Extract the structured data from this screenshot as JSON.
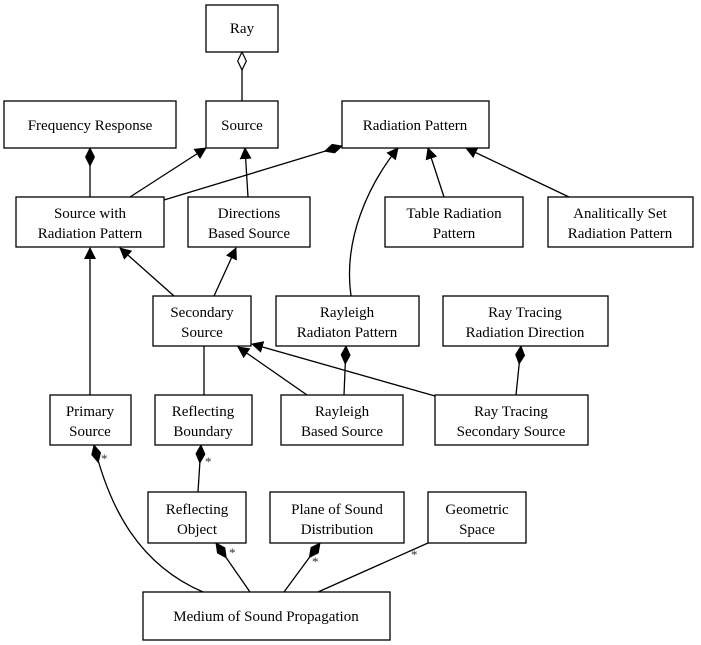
{
  "diagram": {
    "type": "uml-class-diagram",
    "nodes": [
      {
        "id": "ray",
        "lines": [
          "Ray"
        ]
      },
      {
        "id": "frequency-response",
        "lines": [
          "Frequency Response"
        ]
      },
      {
        "id": "source",
        "lines": [
          "Source"
        ]
      },
      {
        "id": "radiation-pattern",
        "lines": [
          "Radiation Pattern"
        ]
      },
      {
        "id": "source-with-radiation-pattern",
        "lines": [
          "Source with",
          "Radiation Pattern"
        ]
      },
      {
        "id": "directions-based-source",
        "lines": [
          "Directions",
          "Based Source"
        ]
      },
      {
        "id": "table-radiation-pattern",
        "lines": [
          "Table Radiation",
          "Pattern"
        ]
      },
      {
        "id": "analitically-set-radiation-pattern",
        "lines": [
          "Analitically Set",
          "Radiation Pattern"
        ]
      },
      {
        "id": "secondary-source",
        "lines": [
          "Secondary",
          "Source"
        ]
      },
      {
        "id": "rayleigh-radiaton-pattern",
        "lines": [
          "Rayleigh",
          "Radiaton Pattern"
        ]
      },
      {
        "id": "ray-tracing-radiation-direction",
        "lines": [
          "Ray Tracing",
          "Radiation Direction"
        ]
      },
      {
        "id": "primary-source",
        "lines": [
          "Primary",
          "Source"
        ]
      },
      {
        "id": "reflecting-boundary",
        "lines": [
          "Reflecting",
          "Boundary"
        ]
      },
      {
        "id": "rayleigh-based-source",
        "lines": [
          "Rayleigh",
          "Based Source"
        ]
      },
      {
        "id": "ray-tracing-secondary-source",
        "lines": [
          "Ray Tracing",
          "Secondary Source"
        ]
      },
      {
        "id": "reflecting-object",
        "lines": [
          "Reflecting",
          "Object"
        ]
      },
      {
        "id": "plane-of-sound-distribution",
        "lines": [
          "Plane of Sound",
          "Distribution"
        ]
      },
      {
        "id": "geometric-space",
        "lines": [
          "Geometric",
          "Space"
        ]
      },
      {
        "id": "medium-of-sound-propagation",
        "lines": [
          "Medium of Sound Propagation"
        ]
      }
    ],
    "edges": [
      {
        "from": "source",
        "to": "ray",
        "kind": "aggregation"
      },
      {
        "from": "source-with-radiation-pattern",
        "to": "frequency-response",
        "kind": "composition"
      },
      {
        "from": "source-with-radiation-pattern",
        "to": "source",
        "kind": "generalization"
      },
      {
        "from": "source-with-radiation-pattern",
        "to": "radiation-pattern",
        "kind": "composition"
      },
      {
        "from": "directions-based-source",
        "to": "source",
        "kind": "generalization"
      },
      {
        "from": "table-radiation-pattern",
        "to": "radiation-pattern",
        "kind": "generalization"
      },
      {
        "from": "analitically-set-radiation-pattern",
        "to": "radiation-pattern",
        "kind": "generalization"
      },
      {
        "from": "rayleigh-radiaton-pattern",
        "to": "radiation-pattern",
        "kind": "generalization"
      },
      {
        "from": "secondary-source",
        "to": "source-with-radiation-pattern",
        "kind": "generalization"
      },
      {
        "from": "secondary-source",
        "to": "directions-based-source",
        "kind": "generalization"
      },
      {
        "from": "primary-source",
        "to": "source-with-radiation-pattern",
        "kind": "generalization"
      },
      {
        "from": "reflecting-boundary",
        "to": "secondary-source",
        "kind": "association"
      },
      {
        "from": "rayleigh-based-source",
        "to": "secondary-source",
        "kind": "generalization"
      },
      {
        "from": "rayleigh-based-source",
        "to": "rayleigh-radiaton-pattern",
        "kind": "composition"
      },
      {
        "from": "ray-tracing-secondary-source",
        "to": "secondary-source",
        "kind": "generalization"
      },
      {
        "from": "ray-tracing-secondary-source",
        "to": "ray-tracing-radiation-direction",
        "kind": "composition"
      },
      {
        "from": "reflecting-object",
        "to": "reflecting-boundary",
        "kind": "composition",
        "multiplicity": "*"
      },
      {
        "from": "medium-of-sound-propagation",
        "to": "primary-source",
        "kind": "composition",
        "multiplicity": "*"
      },
      {
        "from": "medium-of-sound-propagation",
        "to": "reflecting-object",
        "kind": "composition",
        "multiplicity": "*"
      },
      {
        "from": "medium-of-sound-propagation",
        "to": "plane-of-sound-distribution",
        "kind": "composition",
        "multiplicity": "*"
      },
      {
        "from": "medium-of-sound-propagation",
        "to": "geometric-space",
        "kind": "association",
        "multiplicity": "*"
      }
    ]
  },
  "multiplicity": {
    "primary_source": "*",
    "reflecting_boundary": "*",
    "reflecting_object": "*",
    "plane_of_sound": "*",
    "geometric_space": "*"
  }
}
